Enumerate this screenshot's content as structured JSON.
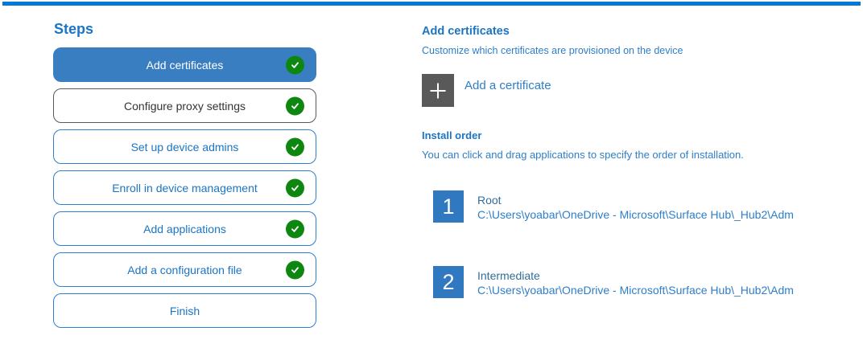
{
  "colors": {
    "topbar_blue": "#0078D7",
    "selected_fill": "#3A7EC2",
    "blue_text": "#1B75C4",
    "blue_body": "#2E7EC8",
    "blue_border": "#2E7FD0",
    "muted_border": "#5A5A5A",
    "muted_text": "#333333",
    "green": "#0E8710",
    "gray_button": "#595959",
    "num_square": "#3078BF",
    "name_blue": "#336D99"
  },
  "steps_panel": {
    "title": "Steps",
    "items": [
      {
        "label": "Add certificates",
        "state": "selected",
        "completed": true
      },
      {
        "label": "Configure proxy settings",
        "state": "muted",
        "completed": true
      },
      {
        "label": "Set up device admins",
        "state": "",
        "completed": true
      },
      {
        "label": "Enroll in device management",
        "state": "",
        "completed": true
      },
      {
        "label": "Add applications",
        "state": "",
        "completed": true
      },
      {
        "label": "Add a configuration file",
        "state": "",
        "completed": true
      },
      {
        "label": "Finish",
        "state": "",
        "completed": false
      }
    ]
  },
  "content": {
    "title": "Add certificates",
    "subtitle": "Customize which certificates are provisioned on the device",
    "add_button": {
      "icon": "plus-icon",
      "label": "Add a certificate"
    },
    "install_order": {
      "title": "Install order",
      "description": "You can click and drag applications to specify the order of installation.",
      "items": [
        {
          "number": "1",
          "name": "Root",
          "path": "C:\\Users\\yoabar\\OneDrive - Microsoft\\Surface Hub\\_Hub2\\Adm"
        },
        {
          "number": "2",
          "name": "Intermediate",
          "path": "C:\\Users\\yoabar\\OneDrive - Microsoft\\Surface Hub\\_Hub2\\Adm"
        }
      ]
    }
  }
}
